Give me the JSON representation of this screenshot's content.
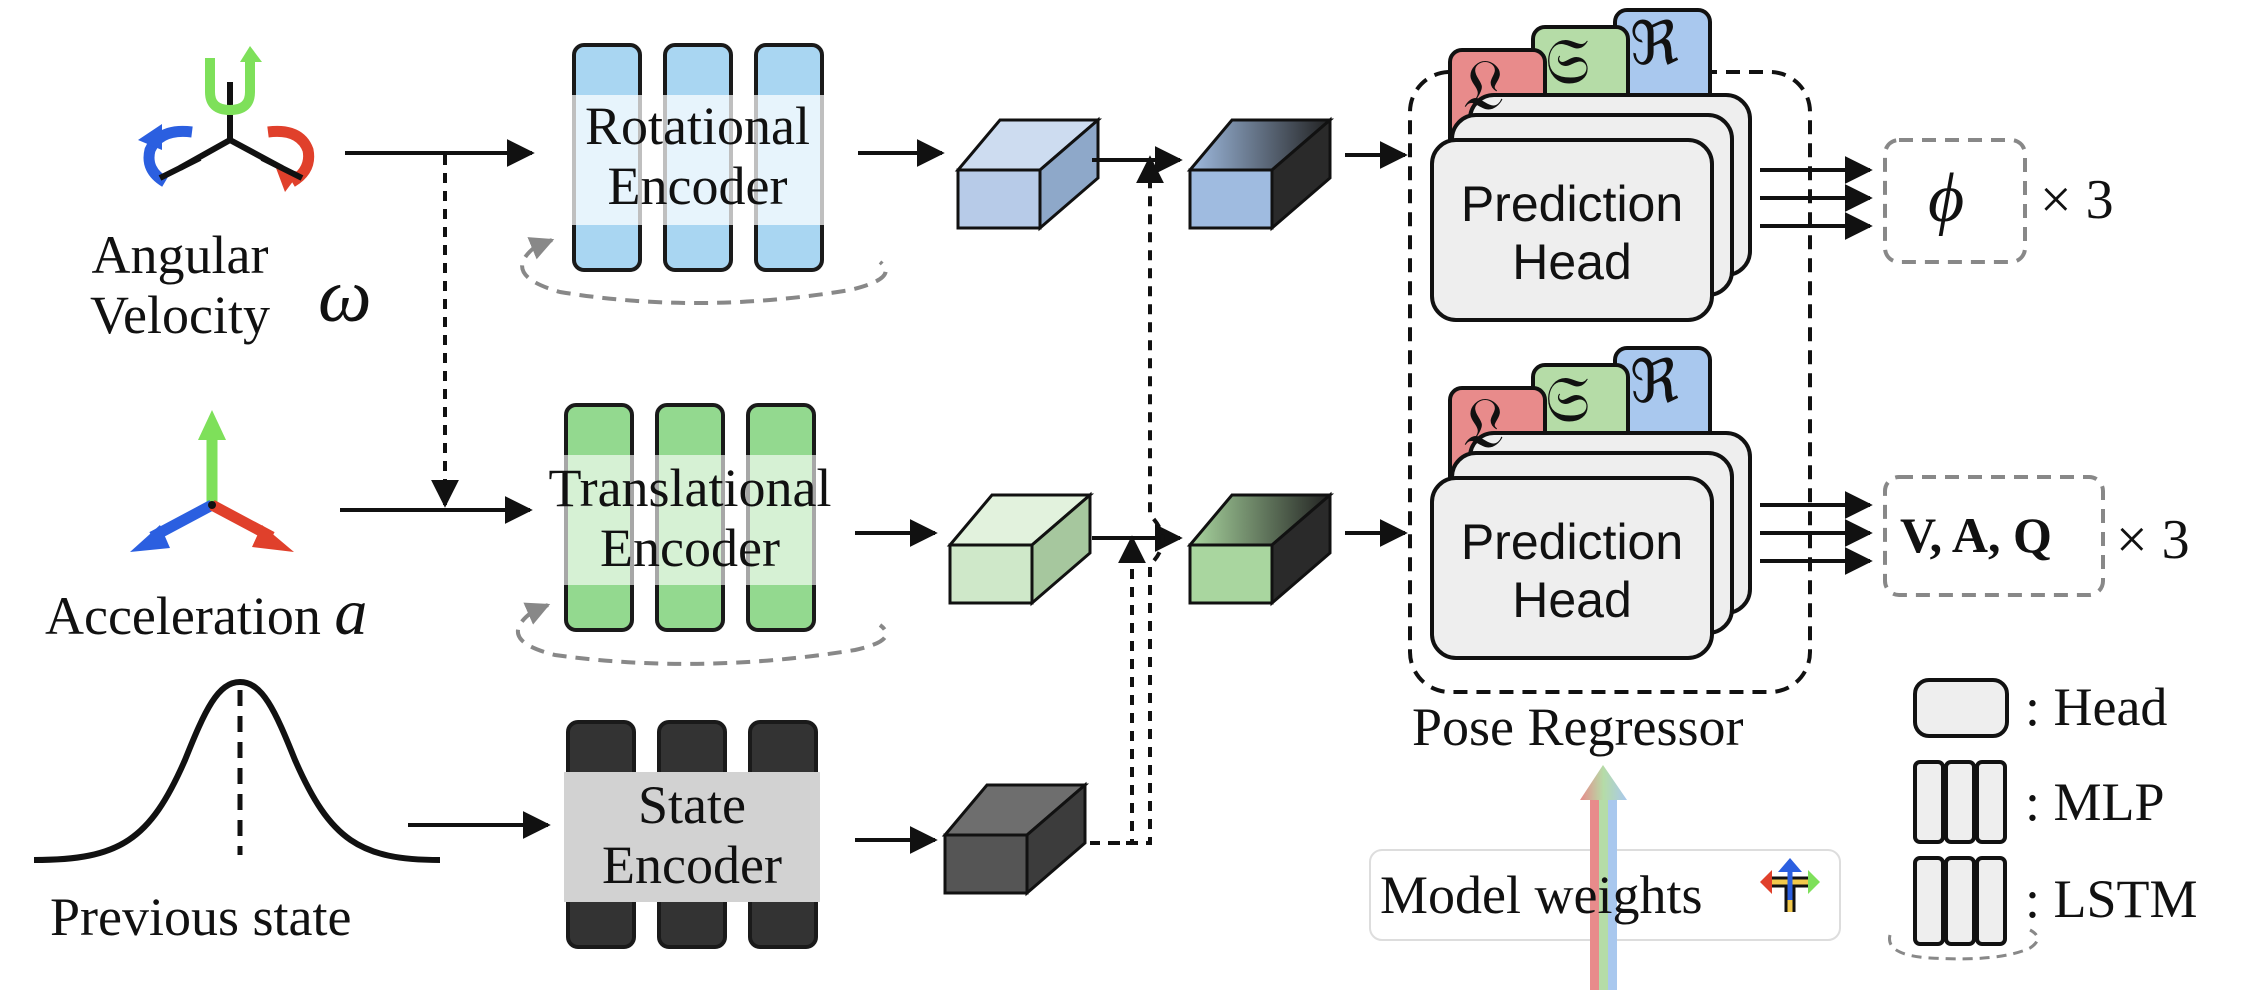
{
  "inputs": {
    "angular": {
      "line1": "Angular",
      "line2": "Velocity",
      "symbol": "ω"
    },
    "acceleration": {
      "label": "Acceleration",
      "symbol": "a"
    },
    "previous": {
      "label": "Previous state"
    }
  },
  "encoders": {
    "rotational": {
      "line1": "Rotational",
      "line2": "Encoder",
      "color": "#a9d6f2",
      "border": "#1a1a1a"
    },
    "translational": {
      "line1": "Translational",
      "line2": "Encoder",
      "color": "#93d98f",
      "border": "#1a1a1a"
    },
    "state": {
      "line1": "State",
      "line2": "Encoder",
      "color": "#333333",
      "border": "#1a1a1a"
    }
  },
  "tags": {
    "L": "𝔏",
    "S": "𝔖",
    "R": "ℜ",
    "colors": {
      "L": "#e88b8b",
      "S": "#b5dca7",
      "R": "#a9c8ee"
    }
  },
  "heads": {
    "top": {
      "line1": "Prediction",
      "line2": "Head"
    },
    "bottom": {
      "line1": "Prediction",
      "line2": "Head"
    }
  },
  "outputs": {
    "top": {
      "symbol": "ϕ",
      "mult": "× 3"
    },
    "bottom": {
      "v": "V,",
      "a": "A",
      "comma": ",",
      "q": "Q",
      "mult": "× 3"
    }
  },
  "regressor": {
    "label": "Pose Regressor"
  },
  "weights": {
    "label": "Model weights",
    "icon": "merge-arrows-icon"
  },
  "legend": {
    "head": ": Head",
    "mlp": ": MLP",
    "lstm": ": LSTM"
  },
  "colors": {
    "blue_feature": "#b7cbe8",
    "green_feature": "#cfe8c9",
    "dark_feature": "#555555",
    "axis_green": "#7ee05a",
    "axis_blue": "#2b5fe0",
    "axis_red": "#e0402b"
  }
}
